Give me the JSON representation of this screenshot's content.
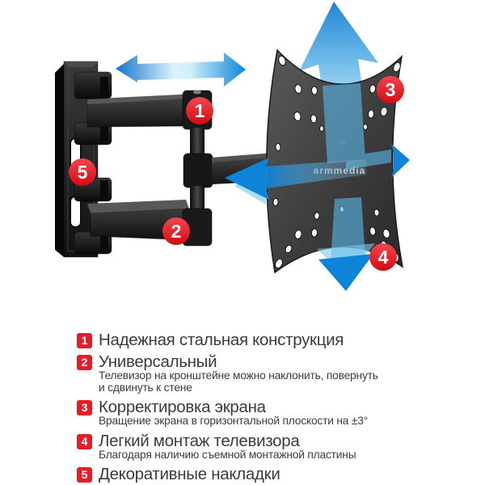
{
  "product": {
    "brand": "armmedia",
    "badges": [
      {
        "number": "1"
      },
      {
        "number": "2"
      },
      {
        "number": "3"
      },
      {
        "number": "4"
      },
      {
        "number": "5"
      }
    ],
    "colors": {
      "badge_red": "#e31e26",
      "arrow_blue": "#0d84d8"
    }
  },
  "legend": {
    "items": [
      {
        "number": "1",
        "title": "Надежная стальная конструкция"
      },
      {
        "number": "2",
        "title": "Универсальный",
        "desc_line1": "Телевизор на кронштейне можно наклонить, повернуть",
        "desc_line2": "и сдвинуть к стене"
      },
      {
        "number": "3",
        "title": "Корректировка экрана",
        "desc_line1": "Вращение экрана в горизонтальной плоскости на ±3°"
      },
      {
        "number": "4",
        "title": "Легкий монтаж телевизора",
        "desc_line1": "Благодаря наличию съемной монтажной пластины"
      },
      {
        "number": "5",
        "title": "Декоративные накладки"
      }
    ]
  }
}
